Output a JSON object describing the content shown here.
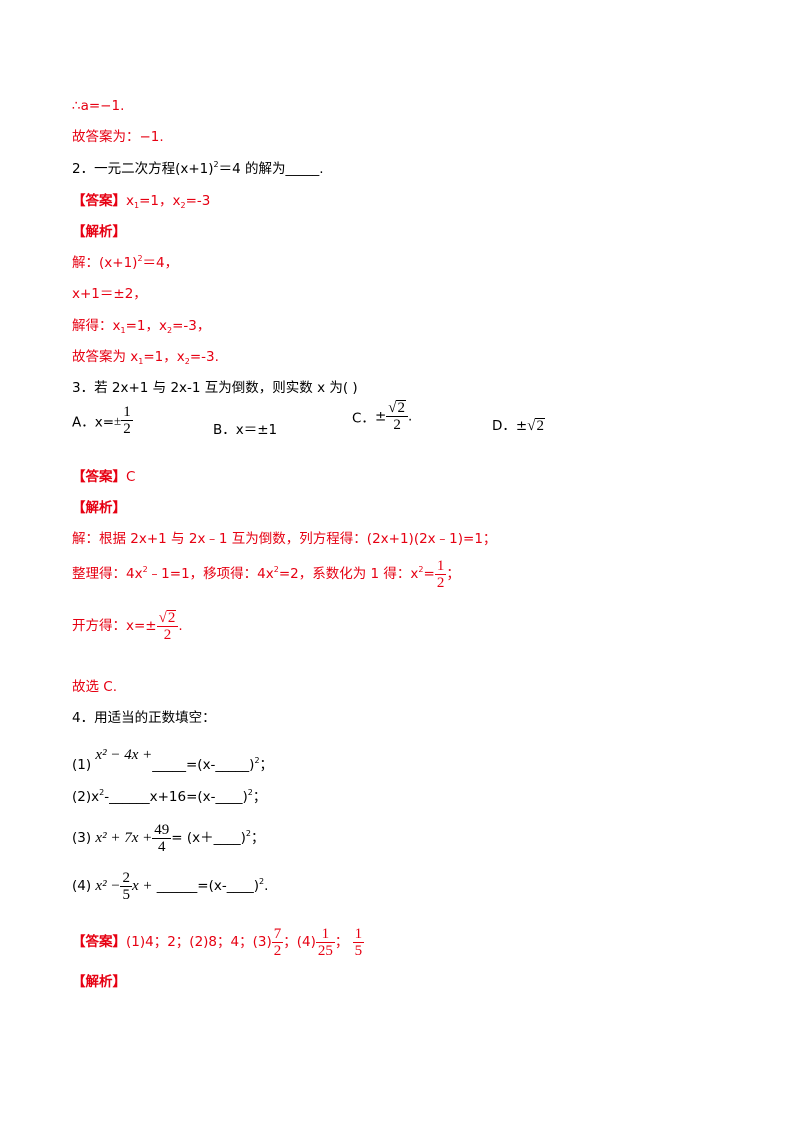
{
  "lines": {
    "l1": "∴a=−1.",
    "l2": "故答案为：−1.",
    "q2_prefix": "2．一元二次方程(x+1)",
    "q2_sup": "2",
    "q2_suffix": "＝4 的解为_____.",
    "ans_tag": "【答案】",
    "q2_ans_a": "x",
    "q2_ans_sub1": "1",
    "q2_ans_b": "=1，x",
    "q2_ans_sub2": "2",
    "q2_ans_c": "=-3",
    "analysis_tag": "【解析】",
    "sol1_a": "解：(x+1)",
    "sol1_sup": "2",
    "sol1_b": "＝4，",
    "sol2": "x+1＝±2，",
    "sol3_a": "解得：x",
    "sol3_sub1": "1",
    "sol3_b": "=1，x",
    "sol3_sub2": "2",
    "sol3_c": "=-3，",
    "sol4_a": "故答案为 x",
    "sol4_sub1": "1",
    "sol4_b": "=1，x",
    "sol4_sub2": "2",
    "sol4_c": "=-3.",
    "q3": "3．若 2x+1 与 2x-1 互为倒数，则实数 x 为(    )",
    "optA_label": "A．x=",
    "optA_pm": "±",
    "optA_num": "1",
    "optA_den": "2",
    "optB": "B．x＝±1",
    "optC_label": "C．",
    "optC_pm": "±",
    "optC_rad": "2",
    "optC_den": "2",
    "optC_end": ".",
    "optD_label": "D．",
    "optD_pm": "±",
    "optD_rad": "2",
    "q3_ans": "C",
    "q3_sol1": "解：根据 2x+1 与 2x﹣1 互为倒数，列方程得：(2x+1)(2x﹣1)=1；",
    "q3_sol2_a": "整理得：4x",
    "q3_sol2_sup1": "2",
    "q3_sol2_b": "﹣1=1，移项得：4x",
    "q3_sol2_sup2": "2",
    "q3_sol2_c": "=2，系数化为 1 得：x",
    "q3_sol2_sup3": "2",
    "q3_sol2_d": "=",
    "q3_sol2_num": "1",
    "q3_sol2_den": "2",
    "q3_sol2_end": "；",
    "q3_sol3_a": "开方得：x=±",
    "q3_sol3_rad": "2",
    "q3_sol3_den": "2",
    "q3_sol3_end": ".",
    "q3_sol4": "故选 C.",
    "q4": "4．用适当的正数填空：",
    "q4_1_label": "(1)",
    "q4_1_expr": "x² − 4x +",
    "q4_1_tail": "_____=(x-_____)",
    "q4_1_sup": "2",
    "q4_1_end": "；",
    "q4_2_a": "(2)x",
    "q4_2_sup": "2",
    "q4_2_b": "-______x+16=(x-____)",
    "q4_2_sup2": "2",
    "q4_2_end": "；",
    "q4_3_label": "(3)",
    "q4_3_expr": "x² + 7x +",
    "q4_3_num": "49",
    "q4_3_den": "4",
    "q4_3_tail": "= (x＋____)",
    "q4_3_sup": "2",
    "q4_3_end": "；",
    "q4_4_label": "(4)",
    "q4_4_expr1": "x² −",
    "q4_4_num": "2",
    "q4_4_den": "5",
    "q4_4_expr2": "x +",
    "q4_4_tail": "______=(x-____)",
    "q4_4_sup": "2",
    "q4_4_end": ".",
    "q4_ans_a": "(1)4；2；(2)8；4；(3)",
    "q4_ans_num1": "7",
    "q4_ans_den1": "2",
    "q4_ans_b": "；(4)",
    "q4_ans_num2": "1",
    "q4_ans_den2": "25",
    "q4_ans_c": "；",
    "q4_ans_num3": "1",
    "q4_ans_den3": "5"
  },
  "colors": {
    "answer_red": "#e60012",
    "text": "#000000"
  }
}
